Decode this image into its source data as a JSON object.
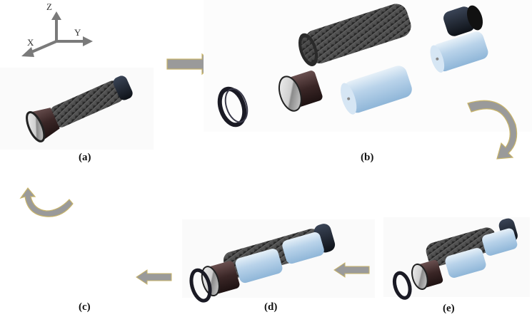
{
  "figure": {
    "panels": [
      {
        "id": "a",
        "label": "(a)",
        "description_label": "assembled-flashlight"
      },
      {
        "id": "b",
        "label": "(b)",
        "description_label": "exploded-view"
      },
      {
        "id": "c",
        "label": "(c)",
        "description_label": "empty-step"
      },
      {
        "id": "d",
        "label": "(d)",
        "description_label": "partially-assembled"
      },
      {
        "id": "e",
        "label": "(e)",
        "description_label": "partially-exploded"
      }
    ],
    "axes": {
      "x": "X",
      "y": "Y",
      "z": "Z"
    },
    "colors": {
      "arrow_fill": "#9a9a9a",
      "arrow_edge": "#c8b46a",
      "axis": "#7a7a7a",
      "body_dark": "#3a3a3a",
      "head_brown": "#3b2a2a",
      "battery_blue": "#aacbe6",
      "lens": "#d8d8d8"
    },
    "icons": [
      "right-arrow-icon",
      "curved-arrow-down-icon",
      "left-arrow-icon",
      "left-arrow-icon",
      "curved-arrow-up-icon"
    ]
  }
}
